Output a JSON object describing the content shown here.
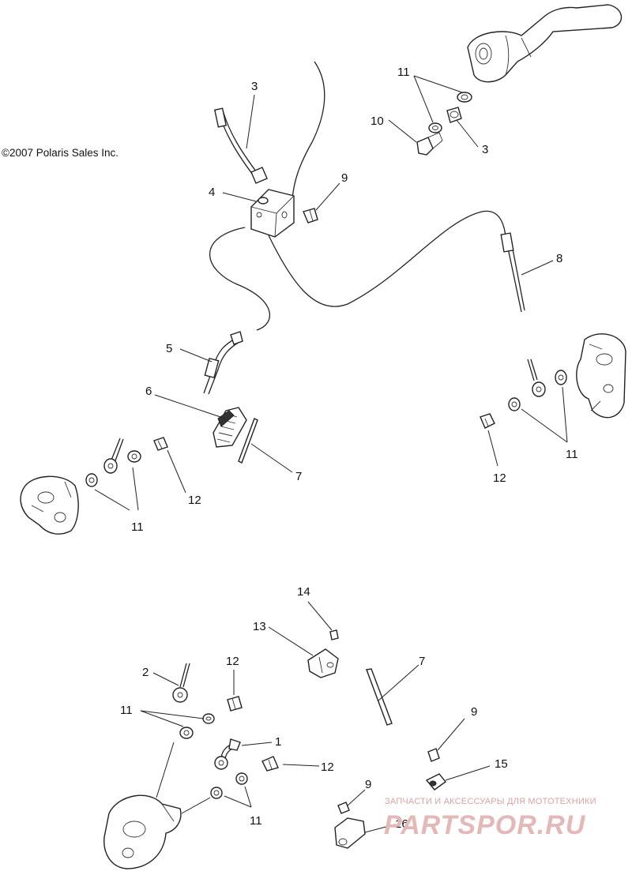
{
  "copyright": "©2007 Polaris Sales Inc.",
  "callouts": {
    "c3a": "3",
    "c11a": "11",
    "c10": "10",
    "c3b": "3",
    "c4": "4",
    "c9a": "9",
    "c8": "8",
    "c5": "5",
    "c6": "6",
    "c7a": "7",
    "c12a": "12",
    "c11b": "11",
    "c12b": "12",
    "c11c": "11",
    "c14": "14",
    "c13": "13",
    "c7b": "7",
    "c2": "2",
    "c12c": "12",
    "c11d": "11",
    "c9b": "9",
    "c1": "1",
    "c12d": "12",
    "c15": "15",
    "c9c": "9",
    "c11e": "11",
    "c16": "16"
  },
  "watermark": {
    "caption": "ЗАПЧАСТИ И АКСЕССУАРЫ ДЛЯ МОТОТЕХНИКИ",
    "logo": "PARTSPOR.RU"
  }
}
